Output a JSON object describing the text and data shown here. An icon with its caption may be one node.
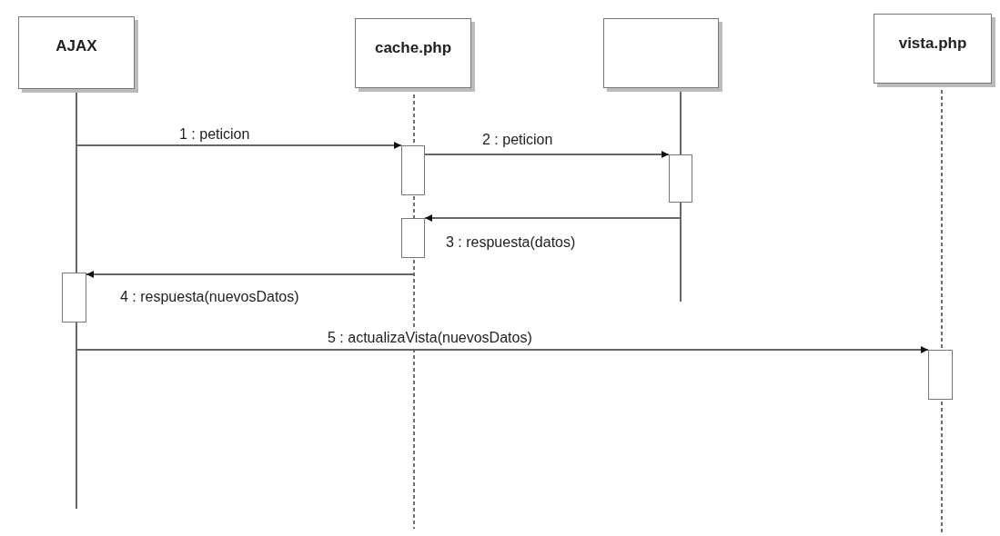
{
  "diagram": {
    "nodes": [
      {
        "text": [
          "AJAX"
        ]
      },
      {
        "text": [
          "cache.php"
        ]
      },
      {
        "text": [],
        "shape": "box"
      },
      {
        "text": [
          "vista.php"
        ]
      },
      {
        "text": [],
        "shape": "bar"
      },
      {
        "text": [],
        "shape": "bar"
      },
      {
        "text": [],
        "shape": "bar"
      },
      {
        "text": [],
        "shape": "bar"
      },
      {
        "text": [],
        "shape": "bar"
      }
    ],
    "edges": [
      {
        "from": null,
        "to": 4,
        "arrow": "to",
        "label": "1 : peticion"
      },
      {
        "from": 4,
        "to": 5,
        "arrow": "to",
        "label": "2 : peticion"
      },
      {
        "from": null,
        "to": 6,
        "arrow": "to",
        "label": "3 : respuesta(datos)"
      },
      {
        "from": null,
        "to": 7,
        "arrow": "to",
        "label": "4 : respuesta(nuevosDatos)"
      },
      {
        "from": null,
        "to": 8,
        "arrow": "to",
        "label": "5 : actualizaVista(nuevosDatos)"
      }
    ]
  }
}
